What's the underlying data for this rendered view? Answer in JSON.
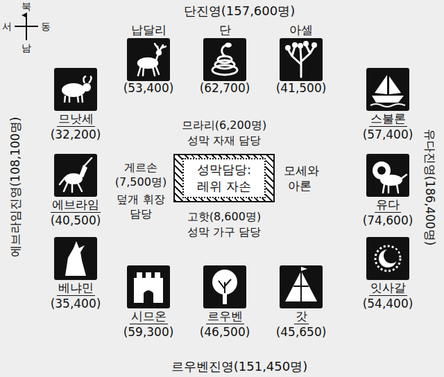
{
  "diagram": {
    "nodes": [
      {
        "text": [
          "납달리",
          "(53,400)"
        ]
      },
      {
        "text": [
          "단",
          "(62,700)"
        ]
      },
      {
        "text": [
          "아셀",
          "(41,500)"
        ]
      },
      {
        "text": [
          "므낫세",
          "(32,200)"
        ]
      },
      {
        "text": [
          "스불론",
          "(57,400)"
        ]
      },
      {
        "text": [
          "에브라임",
          "(40,500)"
        ]
      },
      {
        "text": [
          "성막담당: 레위 자손"
        ]
      },
      {
        "text": [
          "유다",
          "(74,600)"
        ]
      },
      {
        "text": [
          "베냐민",
          "(35,400)"
        ]
      },
      {
        "text": [
          "잇사갈",
          "(54,400)"
        ]
      },
      {
        "text": [
          "시므온",
          "(59,300)"
        ]
      },
      {
        "text": [
          "르우벤",
          "(46,500)"
        ]
      },
      {
        "text": [
          "갓",
          "(45,650)"
        ]
      }
    ],
    "edges": [],
    "labels": [
      "북",
      "서",
      "동",
      "남",
      "단진영(157,600명)",
      "에브라임진영(108,100명)",
      "유다진영(186,400명)",
      "므라리(6,200명)",
      "성막 자재 담당",
      "게르손(7,500명)",
      "덮개 휘장 담당",
      "모세와 아론",
      "고핫(8,600명)",
      "성막 가구 담당",
      "르우벤진영(151,450명)"
    ]
  }
}
